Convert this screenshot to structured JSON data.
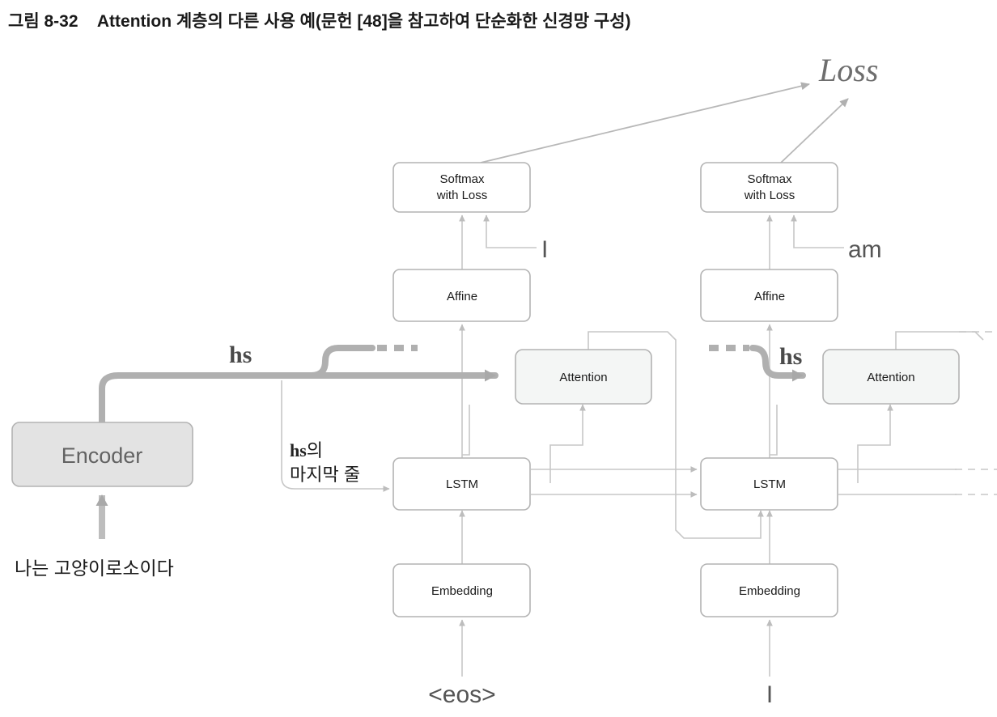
{
  "caption": {
    "figure_number": "그림 8-32",
    "title": "Attention 계층의 다른 사용 예(문헌 [48]을 참고하여 단순화한 신경망 구성)"
  },
  "colors": {
    "box_stroke": "#b3b3b3",
    "box_fill_white": "#ffffff",
    "box_fill_gray": "#e3e3e3",
    "box_fill_attention": "#f4f6f5",
    "thin_arrow": "#bdbdbd",
    "thick_arrow": "#a9a9a9",
    "text_dark": "#1a1a1a",
    "text_gray": "#636363",
    "loss_gray": "#6e6e6e"
  },
  "labels": {
    "loss": "Loss",
    "hs_1": "hs",
    "hs_2": "hs",
    "hs_last_row_line1": "hs",
    "hs_last_row_line1_suffix": "의",
    "hs_last_row_line2": "마지막 줄",
    "encoder_input": "나는 고양이로소이다",
    "teacher_1": "I",
    "teacher_2": "am",
    "decoder_input_1": "<eos>",
    "decoder_input_2": "I"
  },
  "encoder": {
    "label": "Encoder"
  },
  "columns": [
    {
      "id": "col-1",
      "softmax": "Softmax\nwith Loss",
      "softmax_line1": "Softmax",
      "softmax_line2": "with Loss",
      "affine": "Affine",
      "attention": "Attention",
      "lstm": "LSTM",
      "embedding": "Embedding",
      "teacher_label": "I",
      "input_label": "<eos>"
    },
    {
      "id": "col-2",
      "softmax": "Softmax\nwith Loss",
      "softmax_line1": "Softmax",
      "softmax_line2": "with Loss",
      "affine": "Affine",
      "attention": "Attention",
      "lstm": "LSTM",
      "embedding": "Embedding",
      "teacher_label": "am",
      "input_label": "I"
    }
  ]
}
